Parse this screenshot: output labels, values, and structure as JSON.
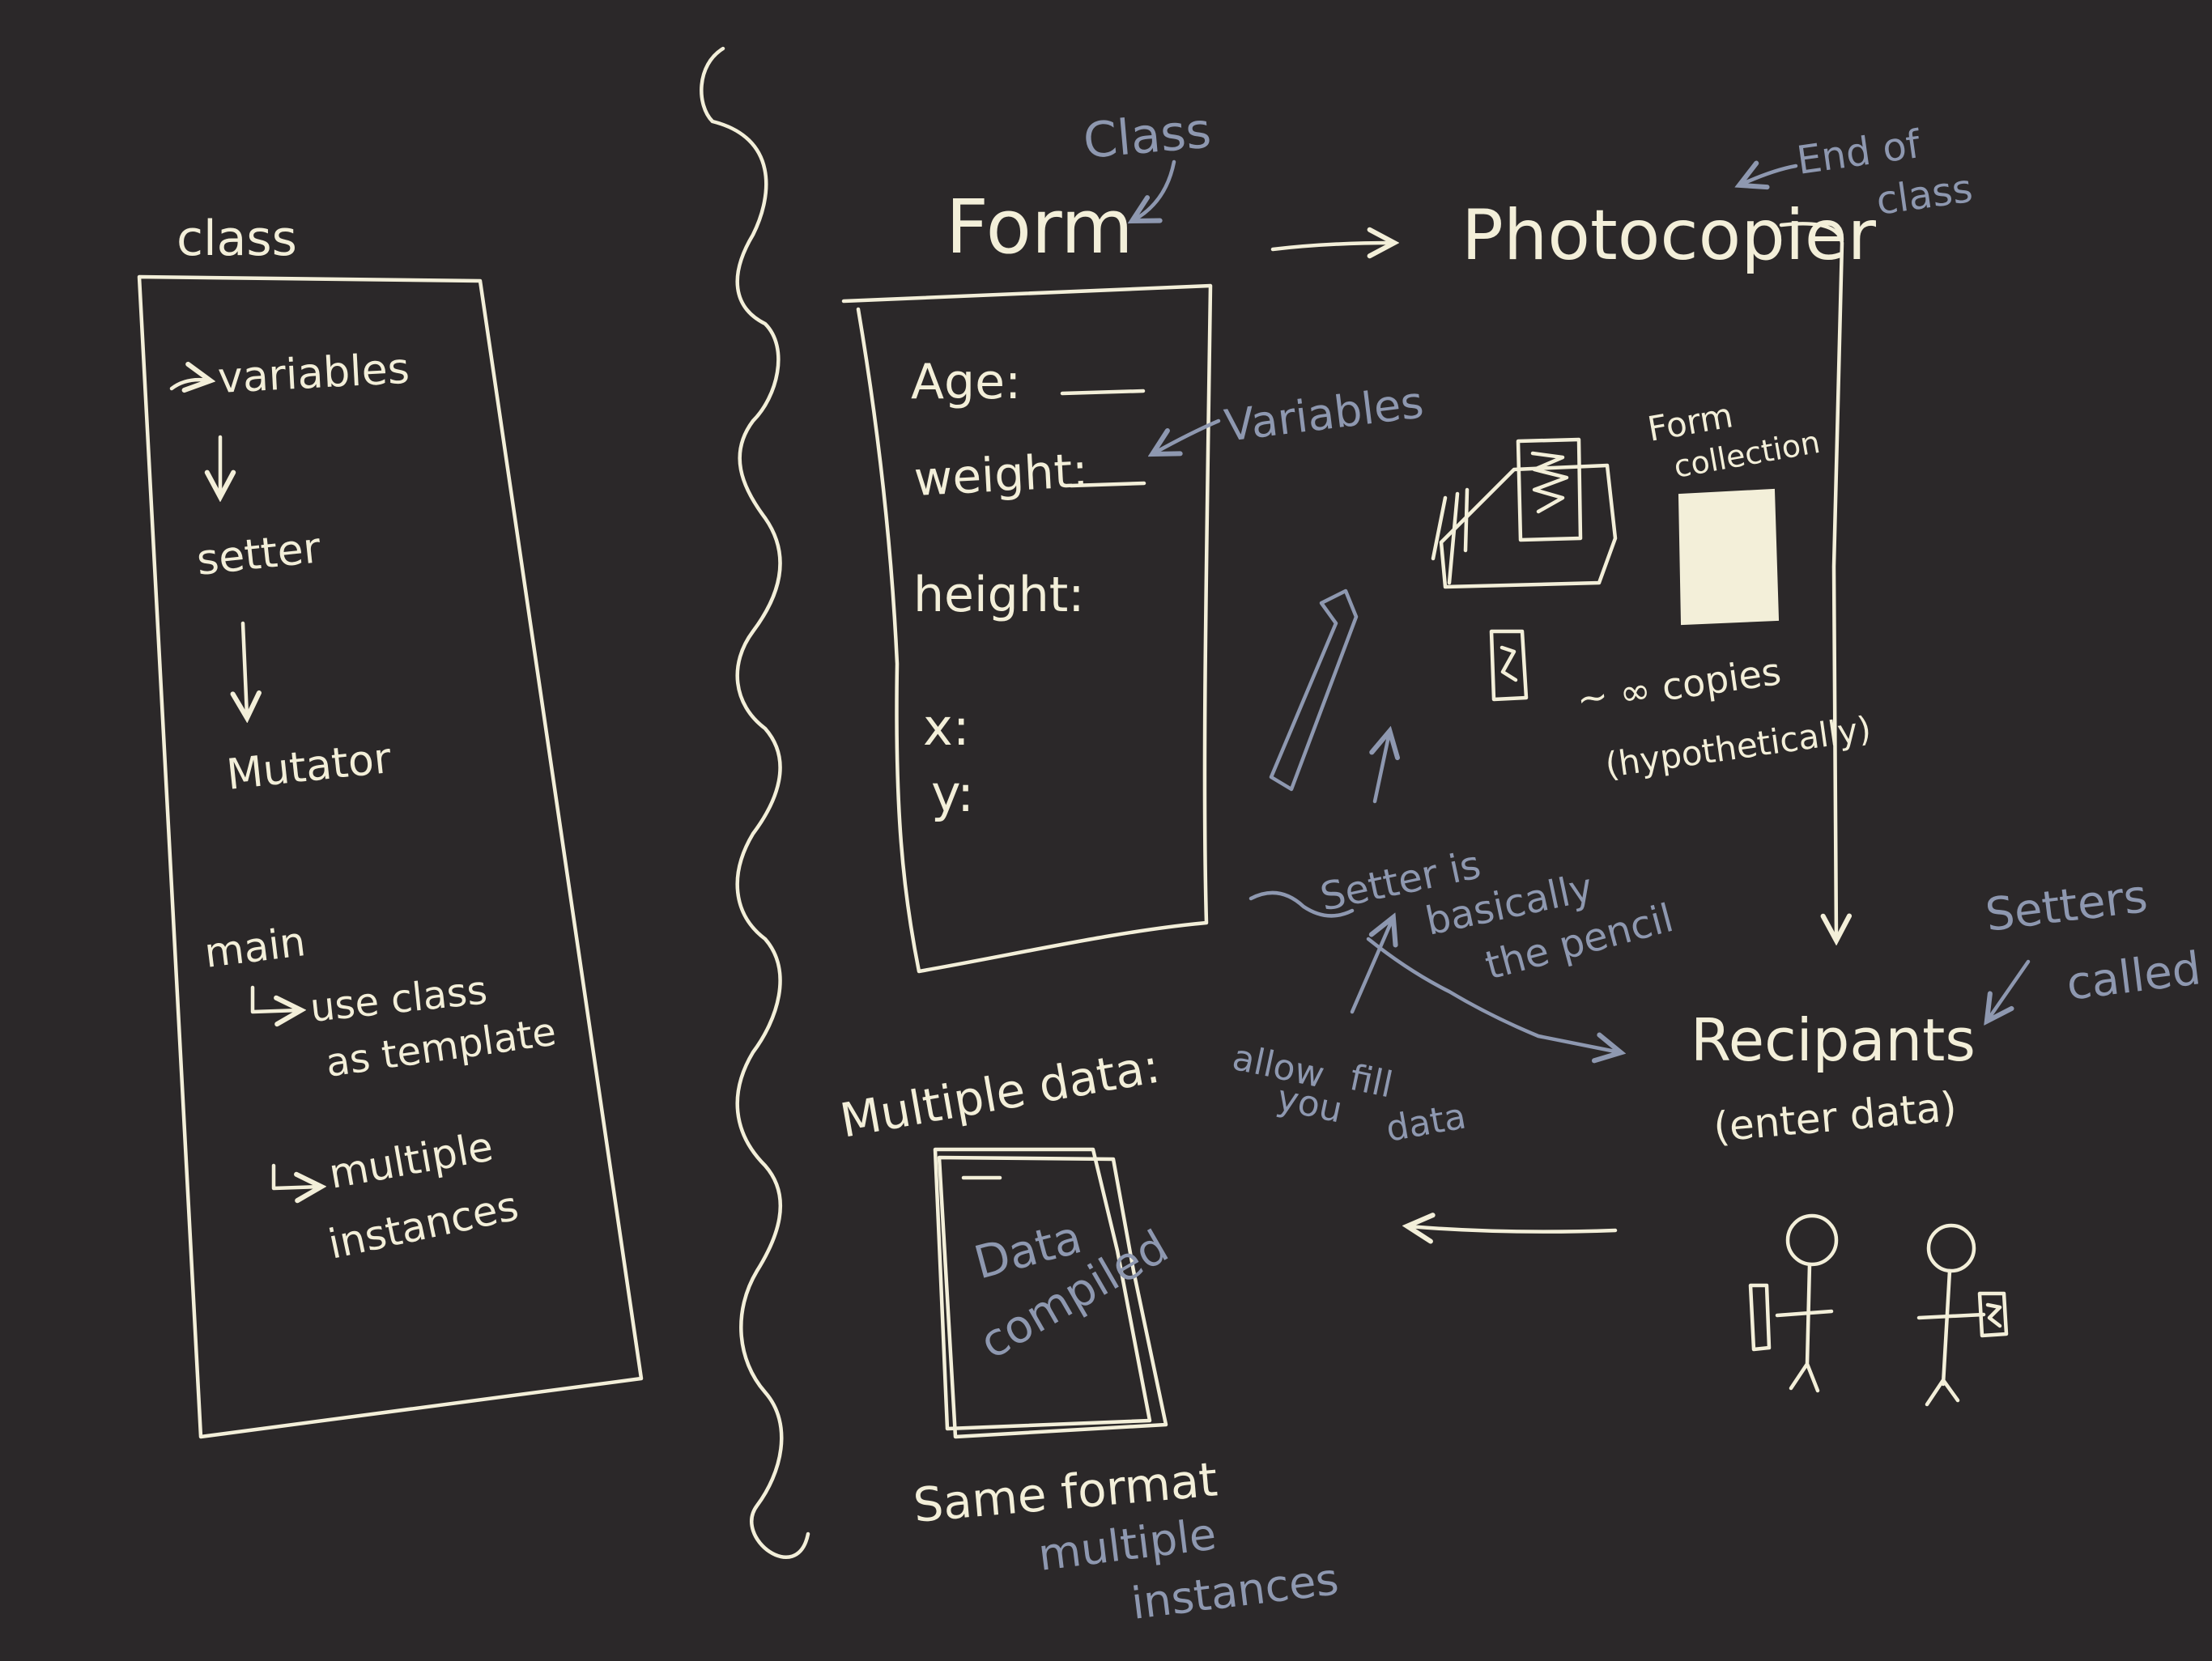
{
  "colors": {
    "background": "#2b2829",
    "ink_cream": "#f3efd9",
    "ink_blue": "#8e98b0"
  },
  "left_panel": {
    "title": "class",
    "steps": [
      "variables",
      "setter",
      "Mutator"
    ],
    "main": "main",
    "main_items": [
      "use class",
      "as template",
      "multiple",
      "instances"
    ]
  },
  "right_panel": {
    "form_title": "Form",
    "form_annotation": "Class",
    "form_fields": [
      "Age:",
      "weight:",
      "height:",
      "x:",
      "y:"
    ],
    "variables_annotation": "Variables",
    "photocopier": "Photocopier",
    "end_of_class": [
      "End of",
      "class"
    ],
    "form_collection": [
      "Form",
      "collection"
    ],
    "copies_note": [
      "~ ∞ copies",
      "(hypothetically)"
    ],
    "setter_note": [
      "Setter is",
      "basically",
      "the pencil"
    ],
    "fill_note": [
      "allow",
      "you",
      "fill",
      "data"
    ],
    "recipients": "Recipants",
    "recipients_sub": "(enter data)",
    "setters_called": [
      "Setters",
      "called"
    ],
    "multiple_data": "Multiple data:",
    "data_compiled": [
      "Data",
      "compiled"
    ],
    "same_format": "Same format",
    "multiple_instances": [
      "multiple",
      "instances"
    ]
  }
}
